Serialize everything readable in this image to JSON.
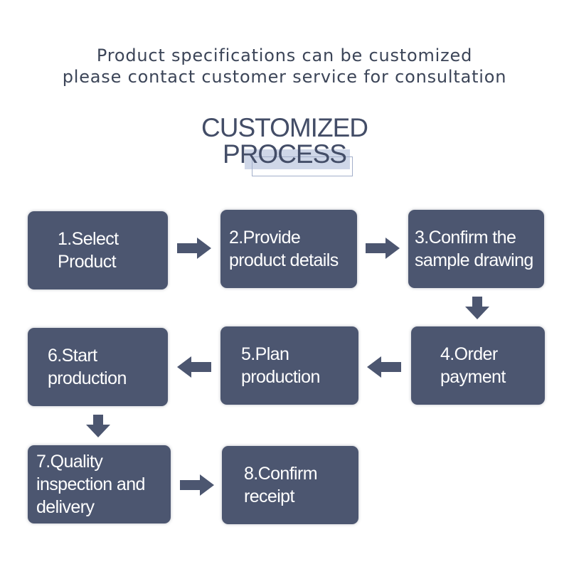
{
  "intro": {
    "line1": "Product specifications can be customized",
    "line2": "please contact customer service for consultation"
  },
  "title": {
    "line1": "CUSTOMIZED",
    "line2": "PROCESS"
  },
  "steps": [
    {
      "label": "1.Select\nProduct"
    },
    {
      "label": "2.Provide\nproduct details"
    },
    {
      "label": "3.Confirm the\nsample drawing"
    },
    {
      "label": "4.Order\npayment"
    },
    {
      "label": "5.Plan\nproduction"
    },
    {
      "label": "6.Start\nproduction"
    },
    {
      "label": "7.Quality\ninspection and\ndelivery"
    },
    {
      "label": "8.Confirm\nreceipt"
    }
  ],
  "colors": {
    "box": "#4c5670",
    "arrow": "#4c5670",
    "text": "#3c4558"
  }
}
